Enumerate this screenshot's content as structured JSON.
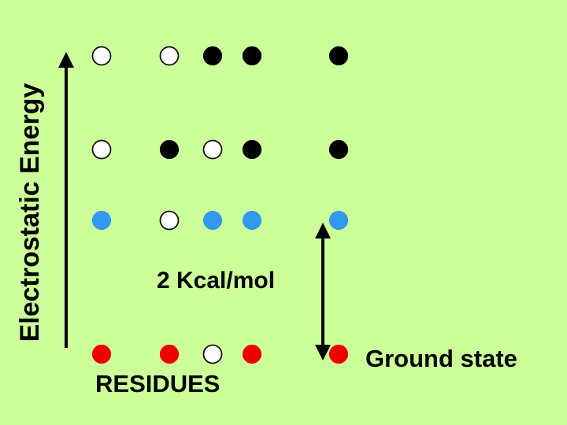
{
  "labels": {
    "y_axis": "Electrostatic Energy",
    "gap": "2 Kcal/mol",
    "x_axis": "RESIDUES",
    "ground": "Ground state"
  },
  "colors": {
    "background": "#ccff99",
    "filled_black": "#000000",
    "open": "#ffffff",
    "blue": "#3399ee",
    "red": "#ee0000"
  },
  "levels": [
    {
      "name": "top",
      "states": [
        "open",
        "open",
        "filled",
        "filled",
        "filled"
      ]
    },
    {
      "name": "second",
      "states": [
        "open",
        "filled",
        "open",
        "filled",
        "filled"
      ]
    },
    {
      "name": "third",
      "states": [
        "blue",
        "open",
        "blue",
        "blue",
        "blue"
      ]
    },
    {
      "name": "ground",
      "states": [
        "red",
        "red",
        "open",
        "red",
        "red"
      ]
    }
  ]
}
